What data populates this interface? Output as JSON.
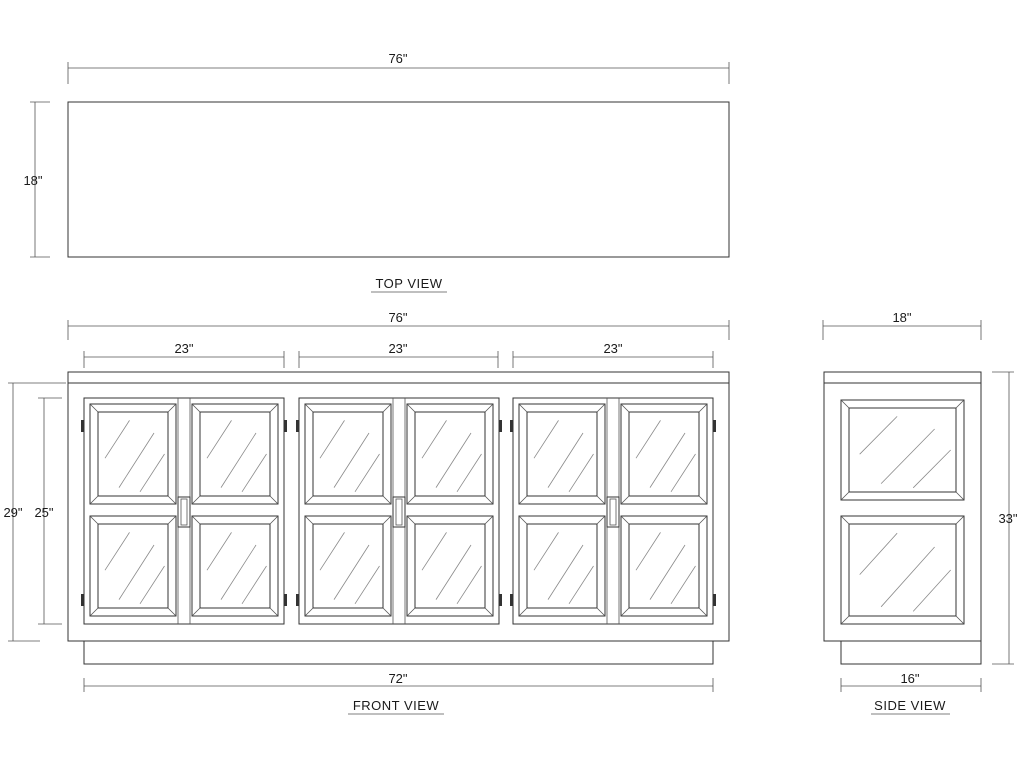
{
  "views": {
    "top": {
      "title": "TOP VIEW",
      "width_label": "76\"",
      "depth_label": "18\""
    },
    "front": {
      "title": "FRONT VIEW",
      "overall_width_label": "76\"",
      "section_labels": [
        "23\"",
        "23\"",
        "23\""
      ],
      "overall_height_label": "29\"",
      "door_height_label": "25\"",
      "base_width_label": "72\""
    },
    "side": {
      "title": "SIDE VIEW",
      "top_depth_label": "18\"",
      "height_label": "33\"",
      "base_depth_label": "16\""
    }
  },
  "colors": {
    "line": "#333333",
    "text": "#1a1a1a",
    "glass_hatch": "#8a8a8a"
  }
}
